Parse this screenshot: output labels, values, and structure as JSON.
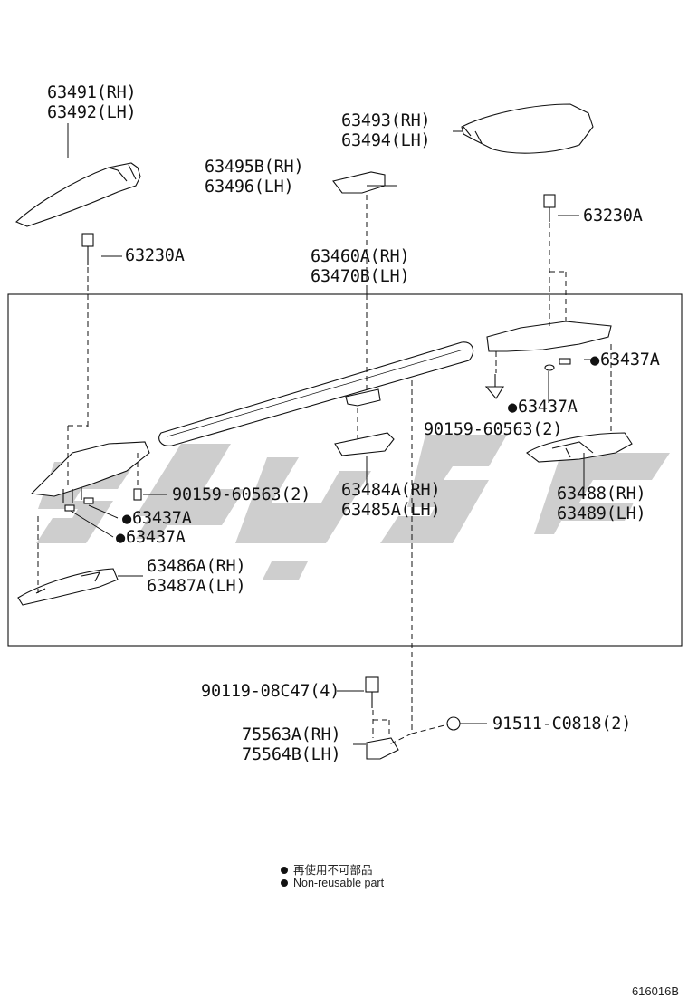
{
  "labels": {
    "p63491": "63491(RH)",
    "p63492": "63492(LH)",
    "p63493": "63493(RH)",
    "p63494": "63494(LH)",
    "p63495b": "63495B(RH)",
    "p63496": "63496(LH)",
    "p63230a_left": "63230A",
    "p63230a_right": "63230A",
    "p63460a": "63460A(RH)",
    "p63470b": "63470B(LH)",
    "p63437a_r1": "63437A",
    "p63437a_r2": "63437A",
    "p90159_right": "90159-60563(2)",
    "p90159_left": "90159-60563(2)",
    "p63437a_l1": "63437A",
    "p63437a_l2": "63437A",
    "p63484a": "63484A(RH)",
    "p63485a": "63485A(LH)",
    "p63488": "63488(RH)",
    "p63489": "63489(LH)",
    "p63486a": "63486A(RH)",
    "p63487a": "63487A(LH)",
    "p90119": "90119-08C47(4)",
    "p75563a": "75563A(RH)",
    "p75564b": "75564B(LH)",
    "p91511": "91511-C0818(2)"
  },
  "legend": {
    "line1": "再使用不可部品",
    "line2": "Non-reusable part"
  },
  "diagram_code": "616016B",
  "colors": {
    "line": "#111111",
    "watermark": "#c9c9c9"
  }
}
